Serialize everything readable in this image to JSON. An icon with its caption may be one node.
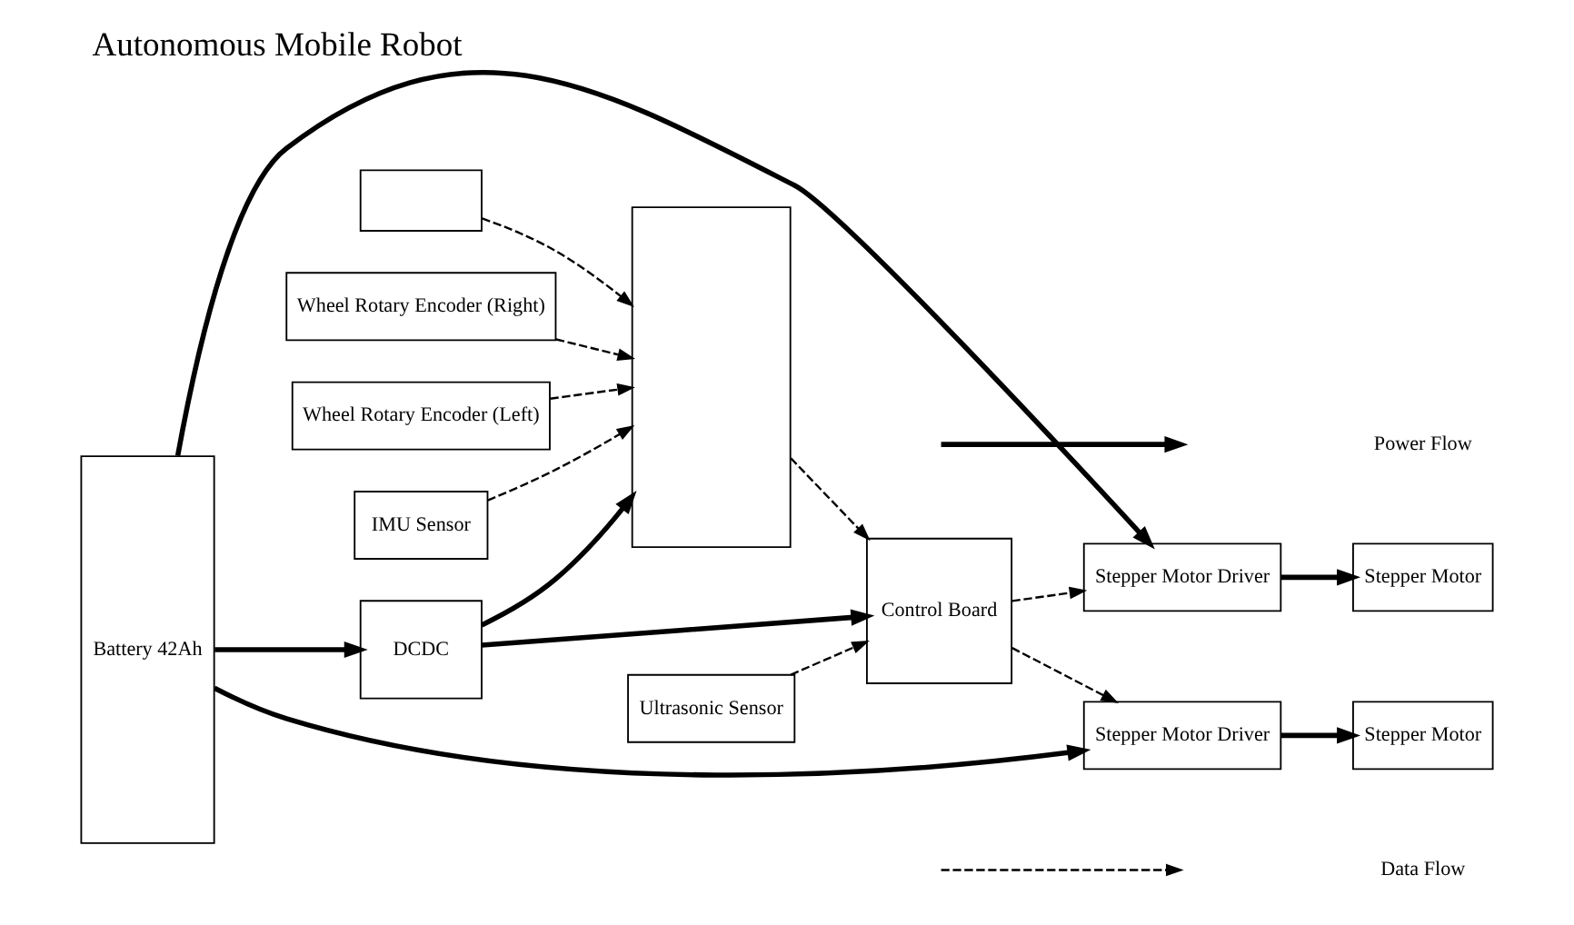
{
  "diagram": {
    "title": "Autonomous Mobile Robot",
    "nodes": [
      {
        "text": [
          "Battery 42Ah"
        ]
      },
      {
        "text": [
          "Stepper Motor"
        ]
      },
      {
        "text": [
          "Ultrasonic Sensor"
        ]
      },
      {
        "text": [],
        "shape": "box"
      },
      {
        "text": [
          "Stepper Motor Driver"
        ]
      },
      {
        "text": [
          "Control Board"
        ]
      },
      {
        "text": [],
        "shape": "box"
      },
      {
        "text": [
          "Wheel Rotary Encoder (Right)"
        ]
      },
      {
        "text": [
          "Wheel Rotary Encoder (Left)"
        ]
      },
      {
        "text": [
          "Stepper Motor Driver"
        ]
      },
      {
        "text": [
          "IMU Sensor"
        ]
      },
      {
        "text": [
          "Stepper Motor"
        ]
      },
      {
        "text": [
          "DCDC"
        ]
      }
    ],
    "edges": [
      {
        "from": 0,
        "to": 4,
        "arrow": "to",
        "style": "thick"
      },
      {
        "from": 0,
        "to": 9,
        "arrow": "to",
        "style": "thick"
      },
      {
        "from": 0,
        "to": 12,
        "arrow": "to",
        "style": "thick"
      },
      {
        "from": 4,
        "to": 1,
        "arrow": "to",
        "style": "thick"
      },
      {
        "from": 9,
        "to": 11,
        "arrow": "to",
        "style": "thick"
      },
      {
        "from": 12,
        "to": 5,
        "arrow": "to",
        "style": "thick"
      },
      {
        "from": 12,
        "to": 6,
        "arrow": "to",
        "style": "thick"
      },
      {
        "from": 2,
        "to": 5,
        "arrow": "to",
        "style": "dashed"
      },
      {
        "from": 3,
        "to": 6,
        "arrow": "to",
        "style": "dashed"
      },
      {
        "from": 5,
        "to": 4,
        "arrow": "to",
        "style": "dashed"
      },
      {
        "from": 5,
        "to": 9,
        "arrow": "to",
        "style": "dashed"
      },
      {
        "from": 6,
        "to": 5,
        "arrow": "to",
        "style": "dashed"
      },
      {
        "from": 7,
        "to": 6,
        "arrow": "to",
        "style": "dashed"
      },
      {
        "from": 8,
        "to": 6,
        "arrow": "to",
        "style": "dashed"
      },
      {
        "from": 10,
        "to": 6,
        "arrow": "to",
        "style": "dashed"
      }
    ],
    "legend": [
      {
        "text": "Power Flow"
      },
      {
        "text": "Data Flow"
      }
    ]
  }
}
